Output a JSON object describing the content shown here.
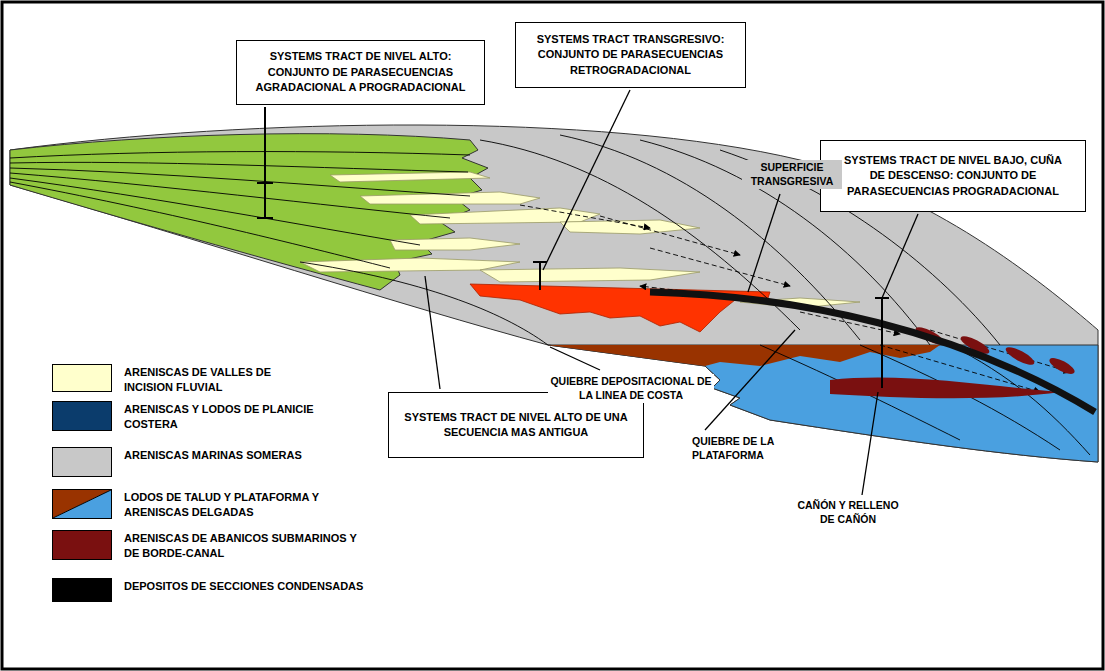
{
  "diagram": {
    "nodes": [
      {
        "text": [
          "SYSTEMS TRACT DE NIVEL ALTO: CONJUNTO DE PARASECUENCIAS AGRADACIONAL A PROGRADACIONAL"
        ]
      },
      {
        "text": [
          "SYSTEMS TRACT TRANSGRESIVO: CONJUNTO DE PARASECUENCIAS RETROGRADACIONAL"
        ]
      },
      {
        "text": [
          "SYSTEMS TRACT DE NIVEL BAJO, CUÑA DE DESCENSO: CONJUNTO DE PARASECUENCIAS PROGRADACIONAL"
        ]
      },
      {
        "text": [
          "SYSTEMS TRACT DE NIVEL ALTO DE UNA SECUENCIA MAS ANTIGUA"
        ]
      }
    ],
    "labels": [
      "SUPERFICIE TRANSGRESIVA",
      "QUIEBRE DEPOSITACIONAL DE LA LINEA DE COSTA",
      "QUIEBRE DE LA PLATAFORMA",
      "CAÑÓN Y RELLENO DE CAÑÓN"
    ],
    "legend": [
      {
        "text": "ARENISCAS DE VALLES DE INCISION FLUVIAL",
        "color": "#ffffcc"
      },
      {
        "text": "ARENISCAS Y LODOS DE PLANICIE COSTERA",
        "color": "#0b3c6c"
      },
      {
        "text": "ARENISCAS MARINAS SOMERAS",
        "color": "#c8c8c8"
      },
      {
        "text": "LODOS DE TALUD Y PLATAFORMA Y ARENISCAS DELGADAS"
      },
      {
        "text": "ARENISCAS DE ABANICOS SUBMARINOS Y DE BORDE-CANAL",
        "color": "#7a1010"
      },
      {
        "text": "DEPOSITOS DE SECCIONES CONDENSADAS",
        "color": "#000000"
      }
    ]
  }
}
